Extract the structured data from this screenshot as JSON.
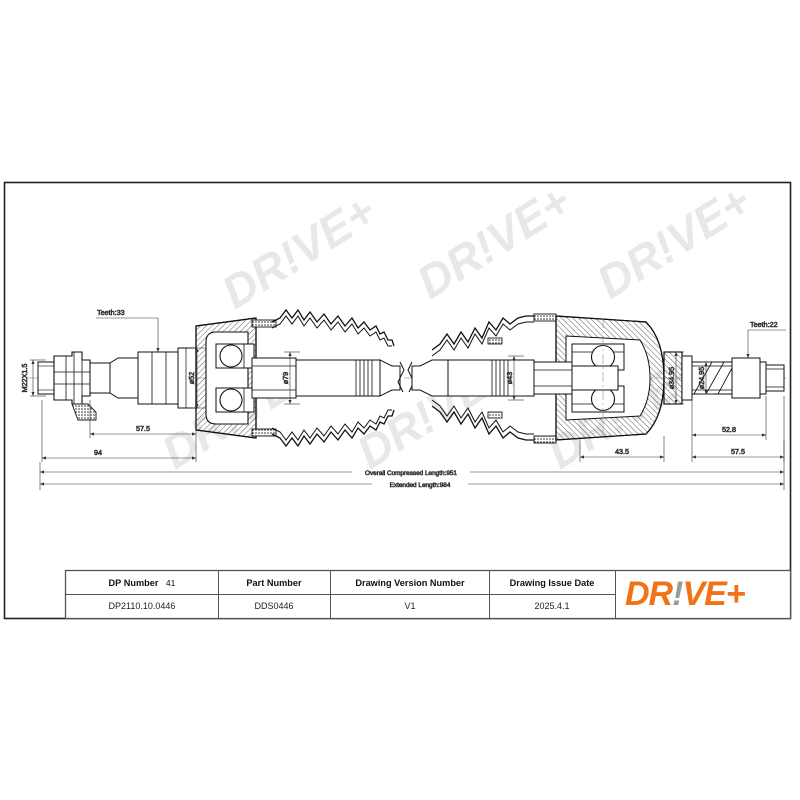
{
  "document": {
    "type": "technical-drawing",
    "subject": "CV axle drive shaft assembly"
  },
  "watermark": {
    "text": "DR!VE+"
  },
  "annotations": {
    "left": {
      "thread": "M22X1.5",
      "teeth": "Teeth:33",
      "diameter_spline": "ø52",
      "dim_57_5": "57.5",
      "dim_94": "94"
    },
    "center": {
      "diameter_boot_left": "ø79",
      "diameter_boot_right": "ø43",
      "compressed_length": "Overall  Compressed  Length:951",
      "extended_length": "Extended  Length:984",
      "dim_43_5": "43.5"
    },
    "right": {
      "teeth": "Teeth:22",
      "diameter_outer": "ø34.95",
      "diameter_inner": "ø24.95",
      "dim_52_8": "52.8",
      "dim_57_5": "57.5"
    }
  },
  "title_block": {
    "columns": [
      {
        "header": "DP Number",
        "header_suffix": "41",
        "value": "DP2110.10.0446"
      },
      {
        "header": "Part Number",
        "header_suffix": "",
        "value": "DDS0446"
      },
      {
        "header": "Drawing Version Number",
        "header_suffix": "",
        "value": "V1"
      },
      {
        "header": "Drawing Issue Date",
        "header_suffix": "",
        "value": "2025.4.1"
      }
    ],
    "logo": {
      "part1": "DR",
      "bang": "!",
      "part2": "VE",
      "plus": "+",
      "color": "#f47216",
      "bang_color": "#9a9a9a"
    }
  }
}
